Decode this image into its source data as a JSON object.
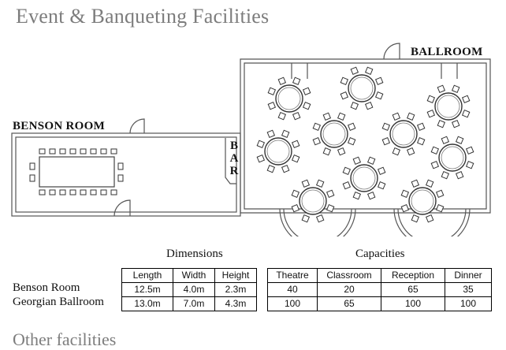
{
  "page": {
    "title": "Event & Banqueting Facilities",
    "footer_title": "Other facilities"
  },
  "floorplan": {
    "benson_label": "BENSON ROOM",
    "ballroom_label": "BALLROOM",
    "bar_label": "BAR"
  },
  "dimensions": {
    "caption": "Dimensions",
    "headers": [
      "Length",
      "Width",
      "Height"
    ],
    "rows": [
      [
        "12.5m",
        "4.0m",
        "2.3m"
      ],
      [
        "13.0m",
        "7.0m",
        "4.3m"
      ]
    ]
  },
  "capacities": {
    "caption": "Capacities",
    "headers": [
      "Theatre",
      "Classroom",
      "Reception",
      "Dinner"
    ],
    "rows": [
      [
        "40",
        "20",
        "65",
        "35"
      ],
      [
        "100",
        "65",
        "100",
        "100"
      ]
    ]
  },
  "rooms": [
    "Benson Room",
    "Georgian Ballroom"
  ]
}
